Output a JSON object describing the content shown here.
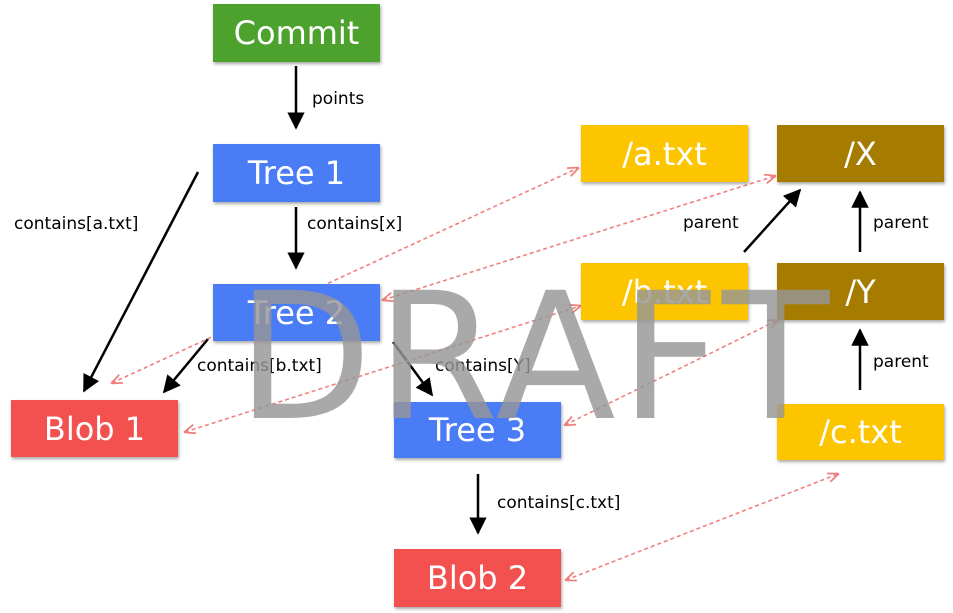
{
  "nodes": {
    "commit": {
      "label": "Commit",
      "color": "#4ca22d"
    },
    "tree1": {
      "label": "Tree 1",
      "color": "#4a7cf6"
    },
    "tree2": {
      "label": "Tree 2",
      "color": "#4a7cf6"
    },
    "tree3": {
      "label": "Tree 3",
      "color": "#4a7cf6"
    },
    "blob1": {
      "label": "Blob 1",
      "color": "#f35050"
    },
    "blob2": {
      "label": "Blob 2",
      "color": "#f35050"
    },
    "a_txt": {
      "label": "/a.txt",
      "color": "#fcc500"
    },
    "b_txt": {
      "label": "/b.txt",
      "color": "#fcc500"
    },
    "c_txt": {
      "label": "/c.txt",
      "color": "#fcc500"
    },
    "dir_x": {
      "label": "/X",
      "color": "#a67c00"
    },
    "dir_y": {
      "label": "/Y",
      "color": "#a67c00"
    }
  },
  "edge_labels": {
    "points": "points",
    "contains_x": "contains[x]",
    "contains_a": "contains[a.txt]",
    "contains_b": "contains[b.txt]",
    "contains_y": "contains[Y]",
    "contains_c": "contains[c.txt]",
    "parent_b": "parent",
    "parent_y": "parent",
    "parent_c": "parent"
  },
  "watermark": "DRAFT",
  "colors": {
    "arrow": "#000000",
    "link": "#f08080"
  }
}
